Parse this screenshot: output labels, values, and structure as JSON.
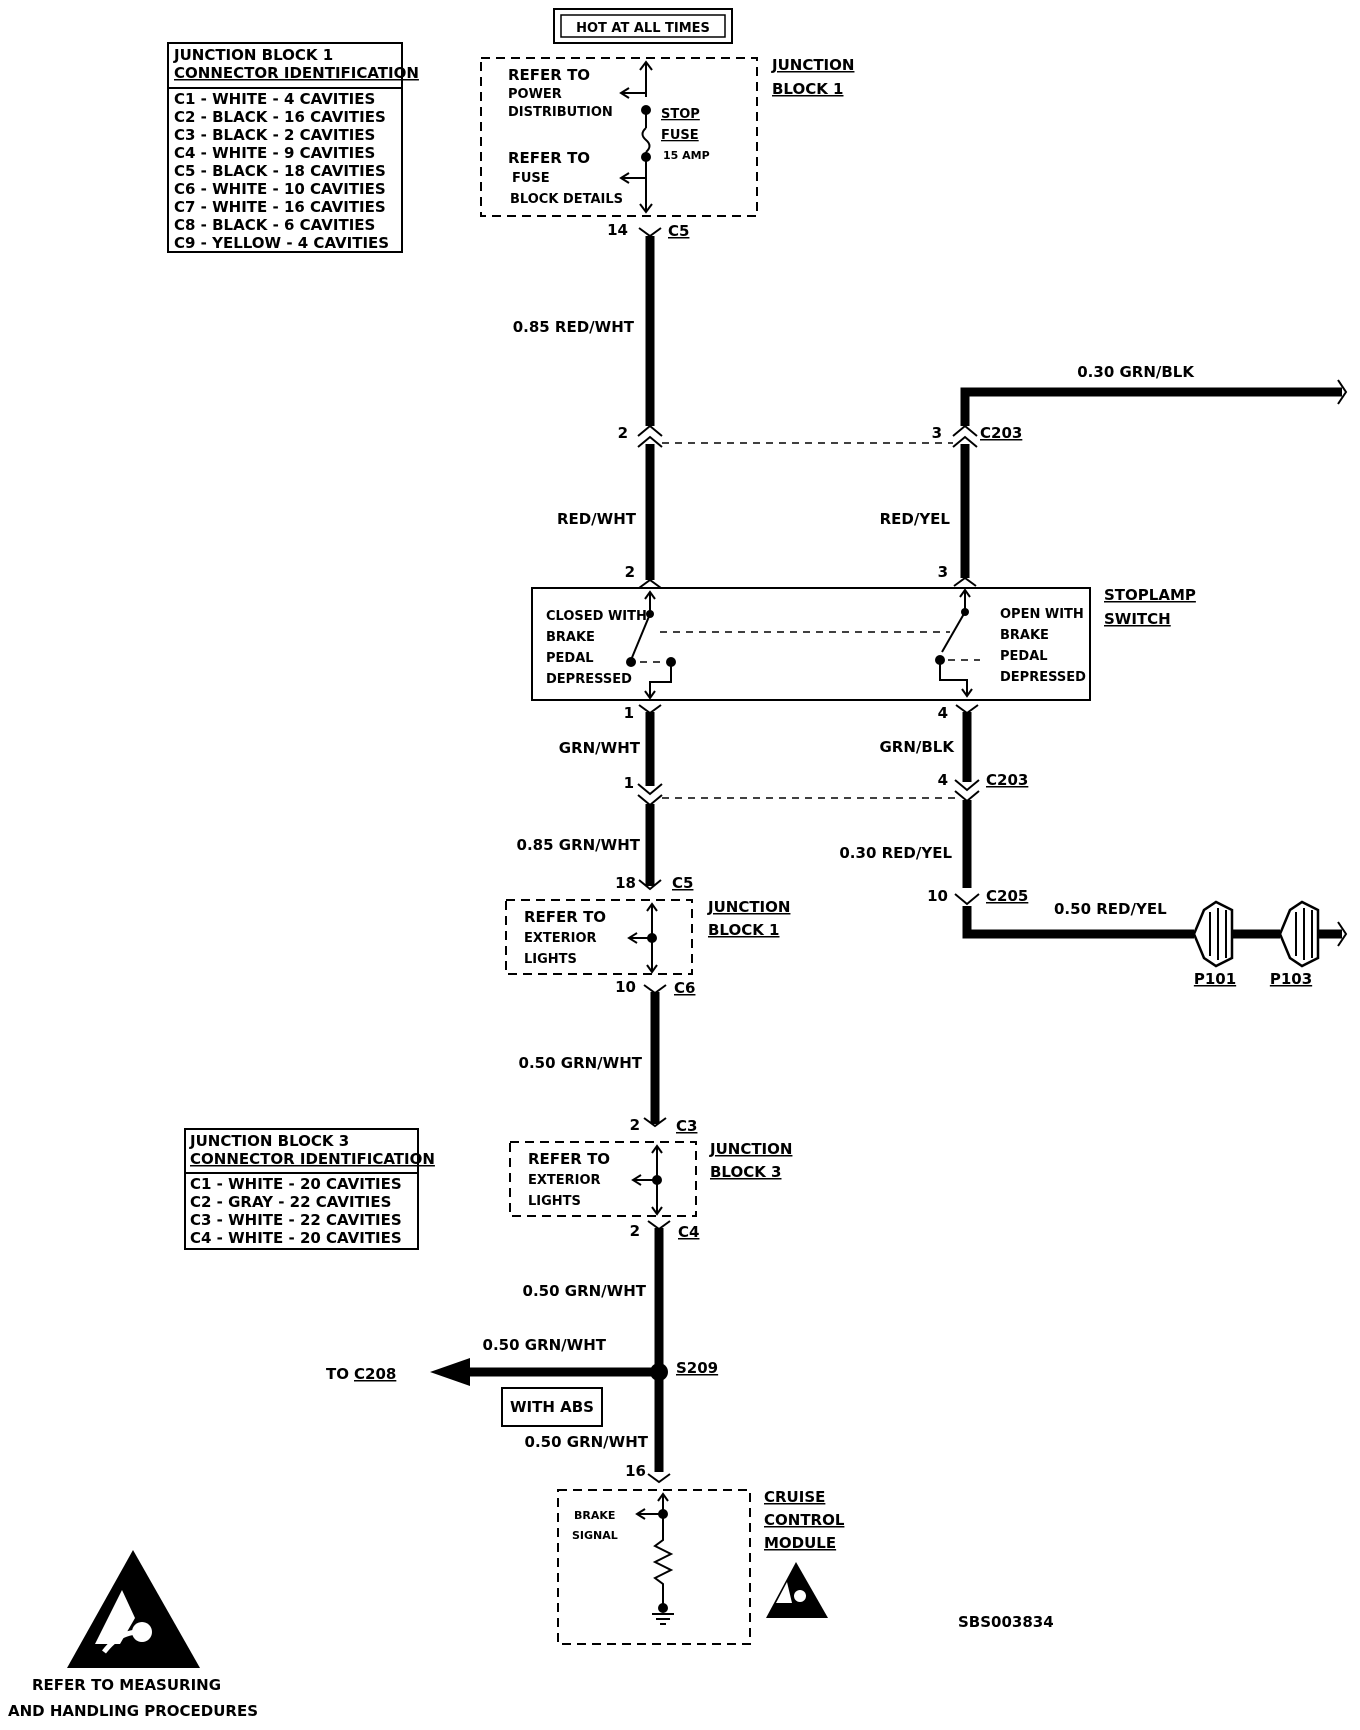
{
  "hot_label": "HOT AT ALL TIMES",
  "jb1_id": {
    "title1": "JUNCTION BLOCK 1",
    "title2": "CONNECTOR IDENTIFICATION",
    "rows": [
      "C1 - WHITE - 4 CAVITIES",
      "C2 - BLACK - 16 CAVITIES",
      "C3 - BLACK - 2 CAVITIES",
      "C4 - WHITE - 9 CAVITIES",
      "C5 - BLACK - 18 CAVITIES",
      "C6 - WHITE - 10 CAVITIES",
      "C7 - WHITE - 16 CAVITIES",
      "C8 - BLACK - 6 CAVITIES",
      "C9 - YELLOW - 4 CAVITIES"
    ]
  },
  "jb3_id": {
    "title1": "JUNCTION BLOCK 3",
    "title2": "CONNECTOR IDENTIFICATION",
    "rows": [
      "C1 - WHITE - 20 CAVITIES",
      "C2 - GRAY - 22 CAVITIES",
      "C3 - WHITE - 22 CAVITIES",
      "C4 - WHITE - 20 CAVITIES"
    ]
  },
  "jb1_top": {
    "refer1": "REFER TO",
    "power": "POWER",
    "distribution": "DISTRIBUTION",
    "refer2": "REFER TO",
    "fuse_txt": "FUSE",
    "block_details": "BLOCK DETAILS",
    "stop": "STOP",
    "fuse": "FUSE",
    "amp": "15 AMP",
    "name1": "JUNCTION",
    "name2": "BLOCK 1",
    "pin": "14",
    "conn": "C5"
  },
  "wires": {
    "w1": "0.85 RED/WHT",
    "w_top_right": "0.30 GRN/BLK",
    "w2": "RED/WHT",
    "w3": "RED/YEL",
    "w4": "GRN/WHT",
    "w5": "GRN/BLK",
    "w6": "0.85 GRN/WHT",
    "w7": "0.30 RED/YEL",
    "w8": "0.50 RED/YEL",
    "w9": "0.50 GRN/WHT",
    "w10": "0.50 GRN/WHT",
    "w11": "0.50 GRN/WHT",
    "w12": "0.50 GRN/WHT"
  },
  "c203_top": {
    "pin_left": "2",
    "pin_right": "3",
    "conn": "C203"
  },
  "switch": {
    "pin_tl": "2",
    "pin_tr": "3",
    "pin_bl": "1",
    "pin_br": "4",
    "left1": "CLOSED WITH",
    "left2": "BRAKE",
    "left3": "PEDAL",
    "left4": "DEPRESSED",
    "right1": "OPEN WITH",
    "right2": "BRAKE",
    "right3": "PEDAL",
    "right4": "DEPRESSED",
    "name1": "STOPLAMP",
    "name2": "SWITCH"
  },
  "c203_bot": {
    "pin_left": "1",
    "pin_right": "4",
    "conn": "C203"
  },
  "c205": {
    "pin": "10",
    "conn": "C205"
  },
  "p101": "P101",
  "p103": "P103",
  "jb1_mid": {
    "pin_top": "18",
    "conn_top": "C5",
    "refer": "REFER TO",
    "ext": "EXTERIOR",
    "lights": "LIGHTS",
    "name1": "JUNCTION",
    "name2": "BLOCK 1",
    "pin_bot": "10",
    "conn_bot": "C6"
  },
  "jb3": {
    "pin_top": "2",
    "conn_top": "C3",
    "refer": "REFER TO",
    "ext": "EXTERIOR",
    "lights": "LIGHTS",
    "name1": "JUNCTION",
    "name2": "BLOCK 3",
    "pin_bot": "2",
    "conn_bot": "C4"
  },
  "splice": {
    "name": "S209",
    "to": "TO",
    "to_conn": "C208",
    "abs": "WITH ABS"
  },
  "ccm": {
    "pin": "16",
    "brake": "BRAKE",
    "signal": "SIGNAL",
    "name1": "CRUISE",
    "name2": "CONTROL",
    "name3": "MODULE"
  },
  "code": "SBS003834",
  "esd": {
    "line1": "REFER TO  MEASURING",
    "line2": "AND HANDLING PROCEDURES"
  }
}
